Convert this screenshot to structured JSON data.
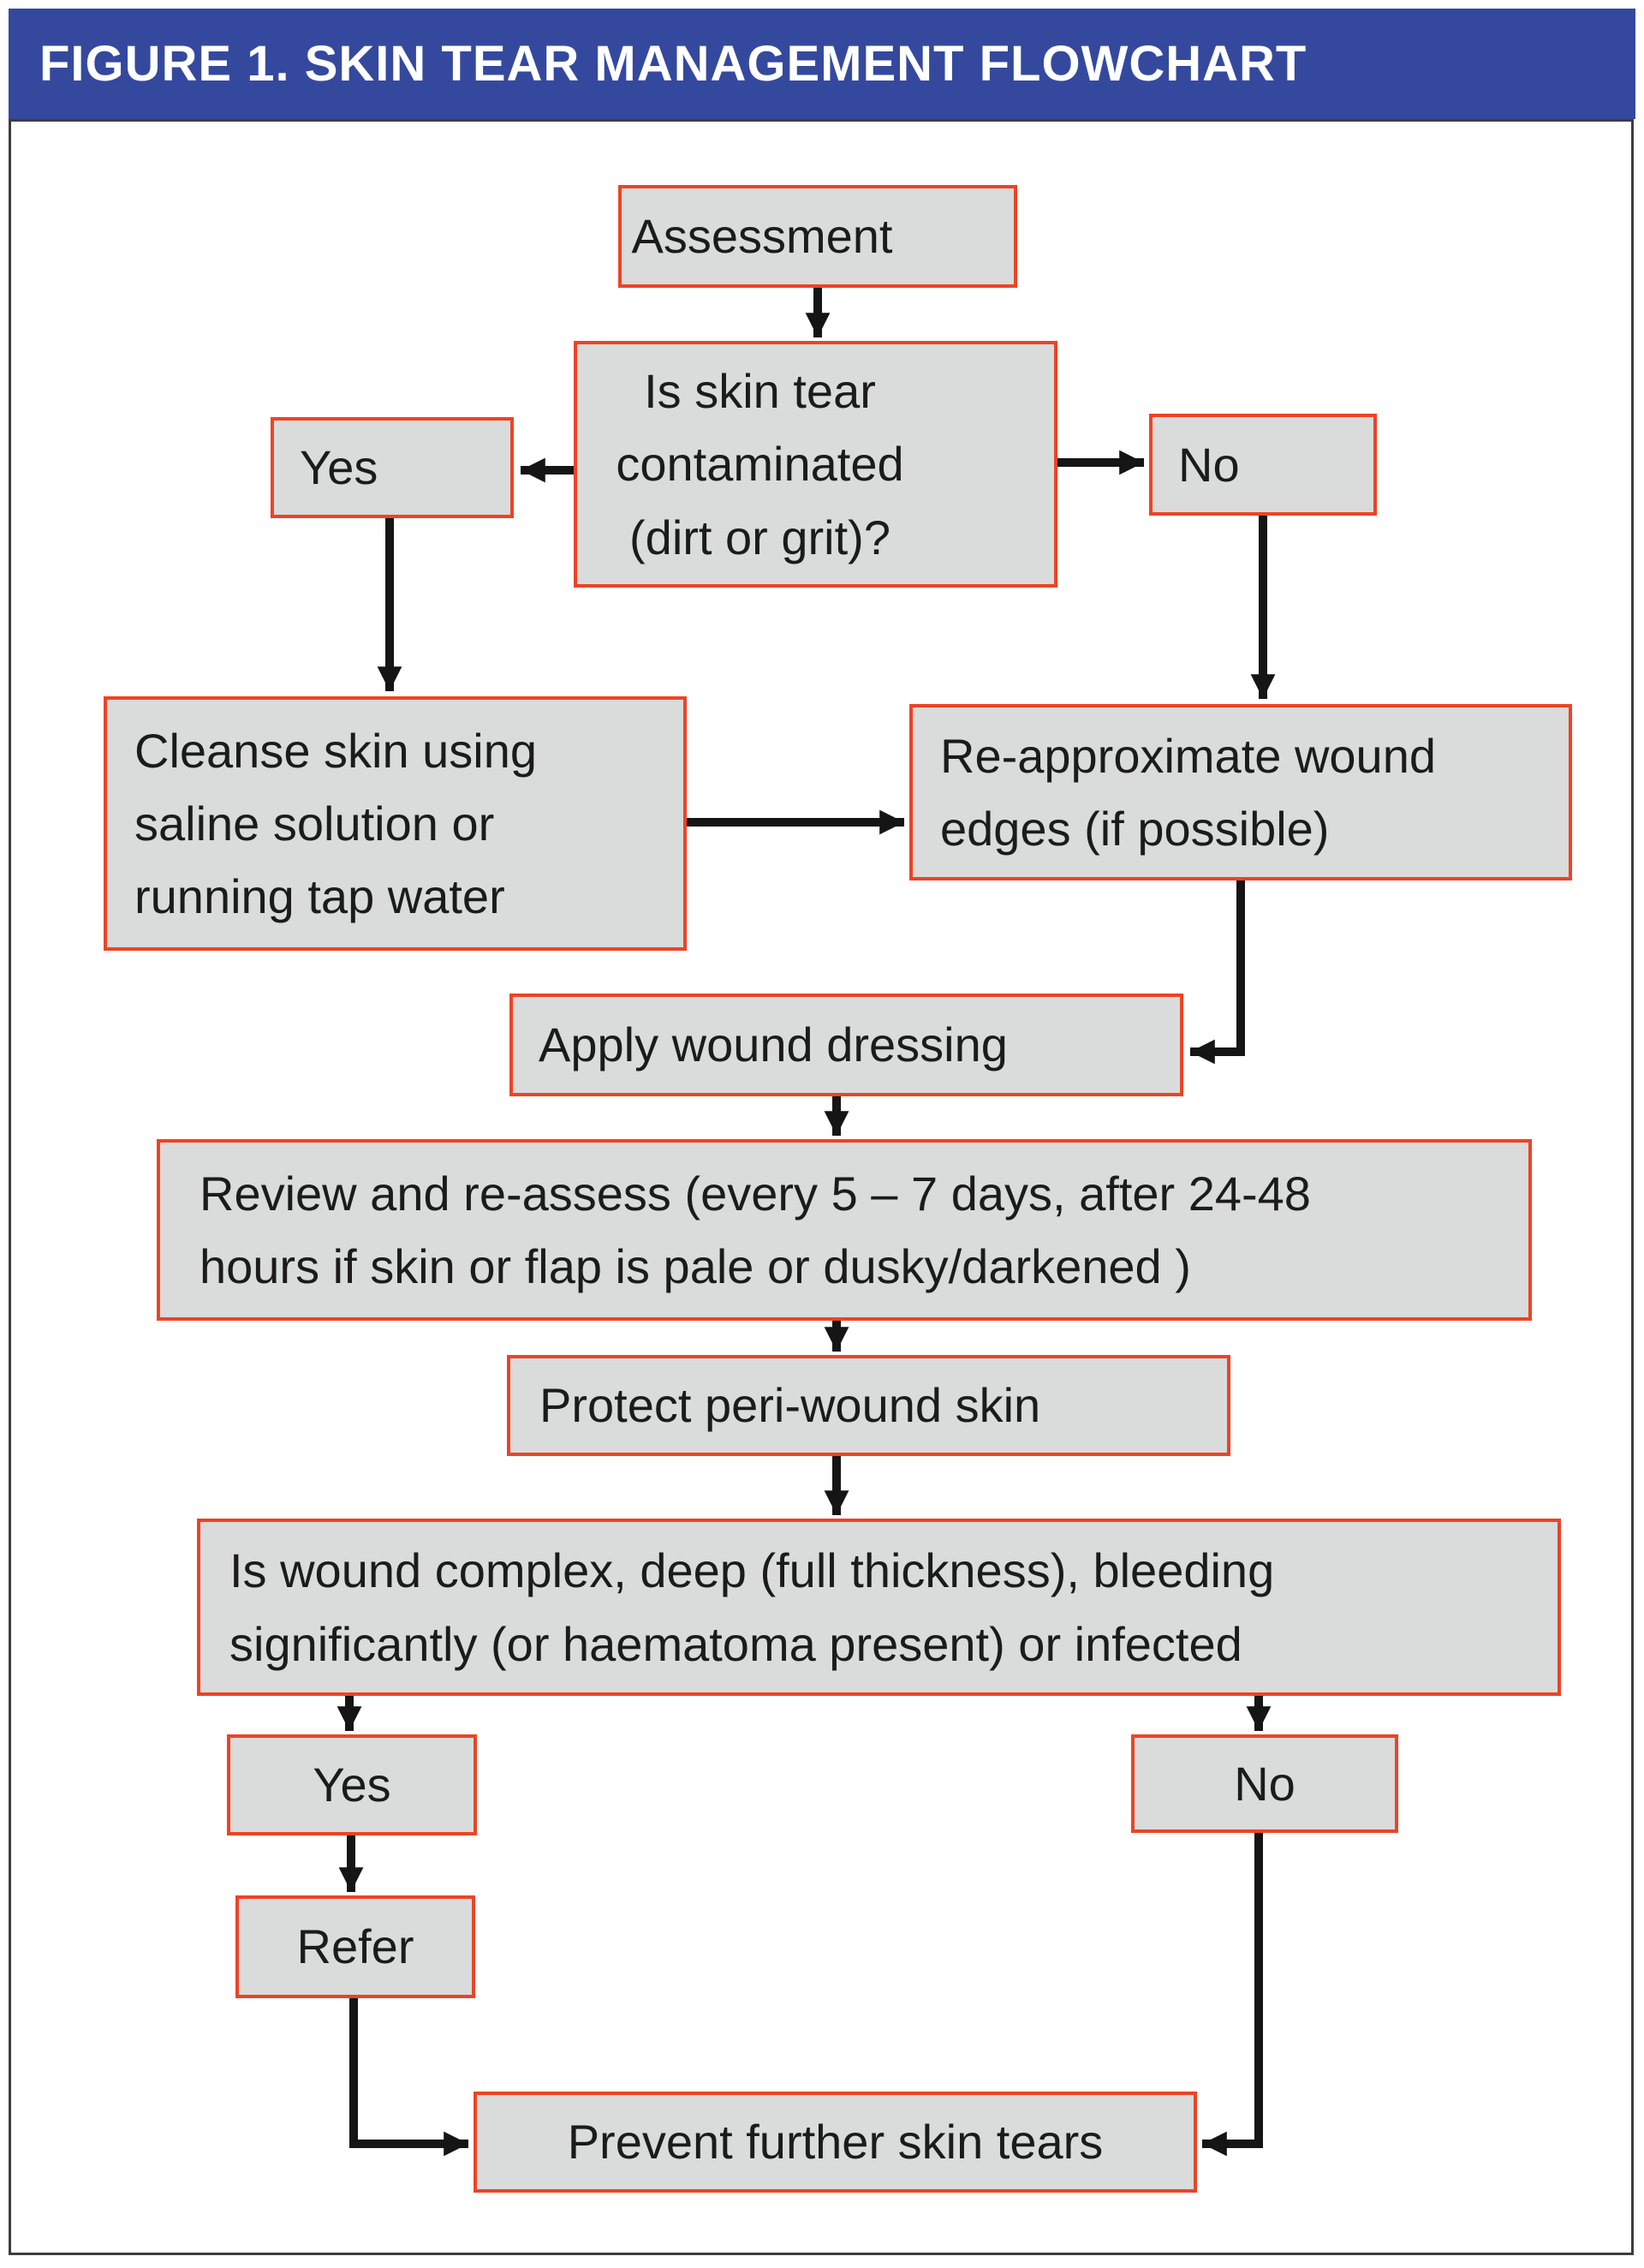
{
  "header": {
    "title": "FIGURE 1. SKIN TEAR MANAGEMENT FLOWCHART"
  },
  "flowchart": {
    "nodes": {
      "assessment": "Assessment",
      "contaminated_question": "Is skin tear\ncontaminated\n(dirt or grit)?",
      "yes_top": "Yes",
      "no_top": "No",
      "cleanse": "Cleanse skin using\nsaline solution or\nrunning tap water",
      "reapproximate": "Re-approximate wound\nedges (if possible)",
      "apply_dressing": "Apply wound dressing",
      "review": "Review and re-assess (every 5 – 7 days, after 24-48\nhours if skin or flap is pale or dusky/darkened )",
      "protect": "Protect peri-wound skin",
      "complex_question": "Is wound complex, deep (full thickness), bleeding\nsignificantly (or haematoma present) or infected",
      "yes_bottom": "Yes",
      "no_bottom": "No",
      "refer": "Refer",
      "prevent": "Prevent further skin tears"
    },
    "colors": {
      "box_fill": "#dadbdb",
      "box_border": "#ec4425",
      "header_bg": "#34499e",
      "arrow": "#151515"
    }
  }
}
